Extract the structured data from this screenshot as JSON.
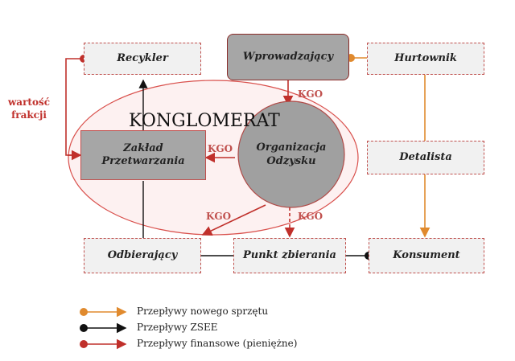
{
  "boxes": {
    "recykler": "Recykler",
    "wprowadzajacy": "Wprowadzający",
    "hurtownik": "Hurtownik",
    "zaklad_line1": "Zakład",
    "zaklad_line2": "Przetwarzania",
    "organizacja_line1": "Organizacja",
    "organizacja_line2": "Odzysku",
    "detalista": "Detalista",
    "odbierajacy": "Odbierający",
    "punkt": "Punkt zbierania",
    "konsument": "Konsument"
  },
  "konglomerat": "KONGLOMERAT",
  "side_label_line1": "wartość",
  "side_label_line2": "frakcji",
  "kgo_labels": [
    "KGO",
    "KGO",
    "KGO",
    "KGO"
  ],
  "legend": [
    {
      "text": "Przepływy nowego sprzętu",
      "color": "#e08a2e"
    },
    {
      "text": "Przepływy ZSEE",
      "color": "#111111"
    },
    {
      "text": "Przepływy finansowe (pieniężne)",
      "color": "#c0302b"
    }
  ],
  "colors": {
    "orange": "#e08a2e",
    "black": "#111111",
    "red": "#c0302b"
  }
}
